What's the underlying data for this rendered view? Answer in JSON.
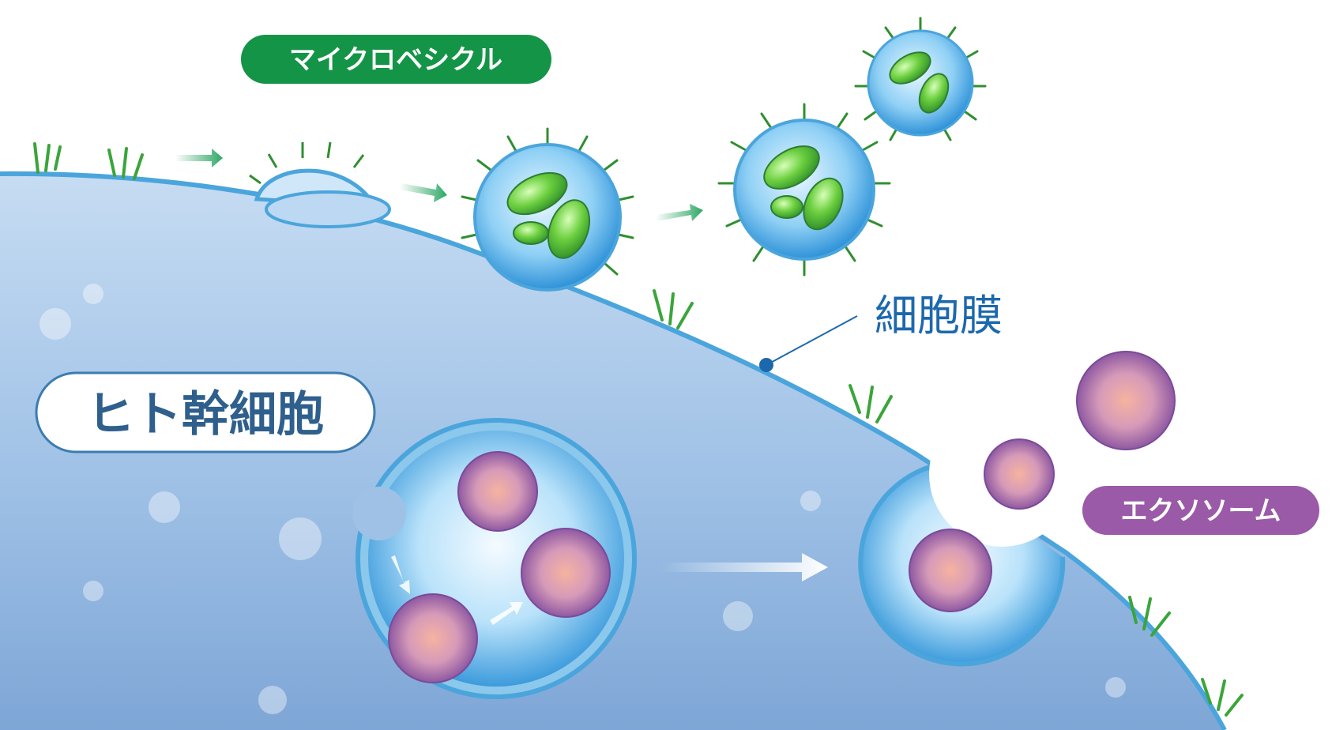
{
  "labels": {
    "microvesicle": "マイクロベシクル",
    "cell_membrane": "細胞膜",
    "stem_cell": "ヒト幹細胞",
    "exosome": "エクソソーム"
  },
  "colors": {
    "cell_fill": "#8fb4df",
    "cell_fill_light": "#c4daf1",
    "membrane": "#4aa5dc",
    "microvesicle_badge": "#149447",
    "exosome_badge": "#9a5aa8",
    "membrane_text": "#1d68ad",
    "stem_cell_text": "#2f5f8c",
    "arrow_green": "#2ea866",
    "exosome_body": "#a070b8",
    "exosome_core": "#f2a49a",
    "vesicle_green": "#4cbb3c"
  }
}
